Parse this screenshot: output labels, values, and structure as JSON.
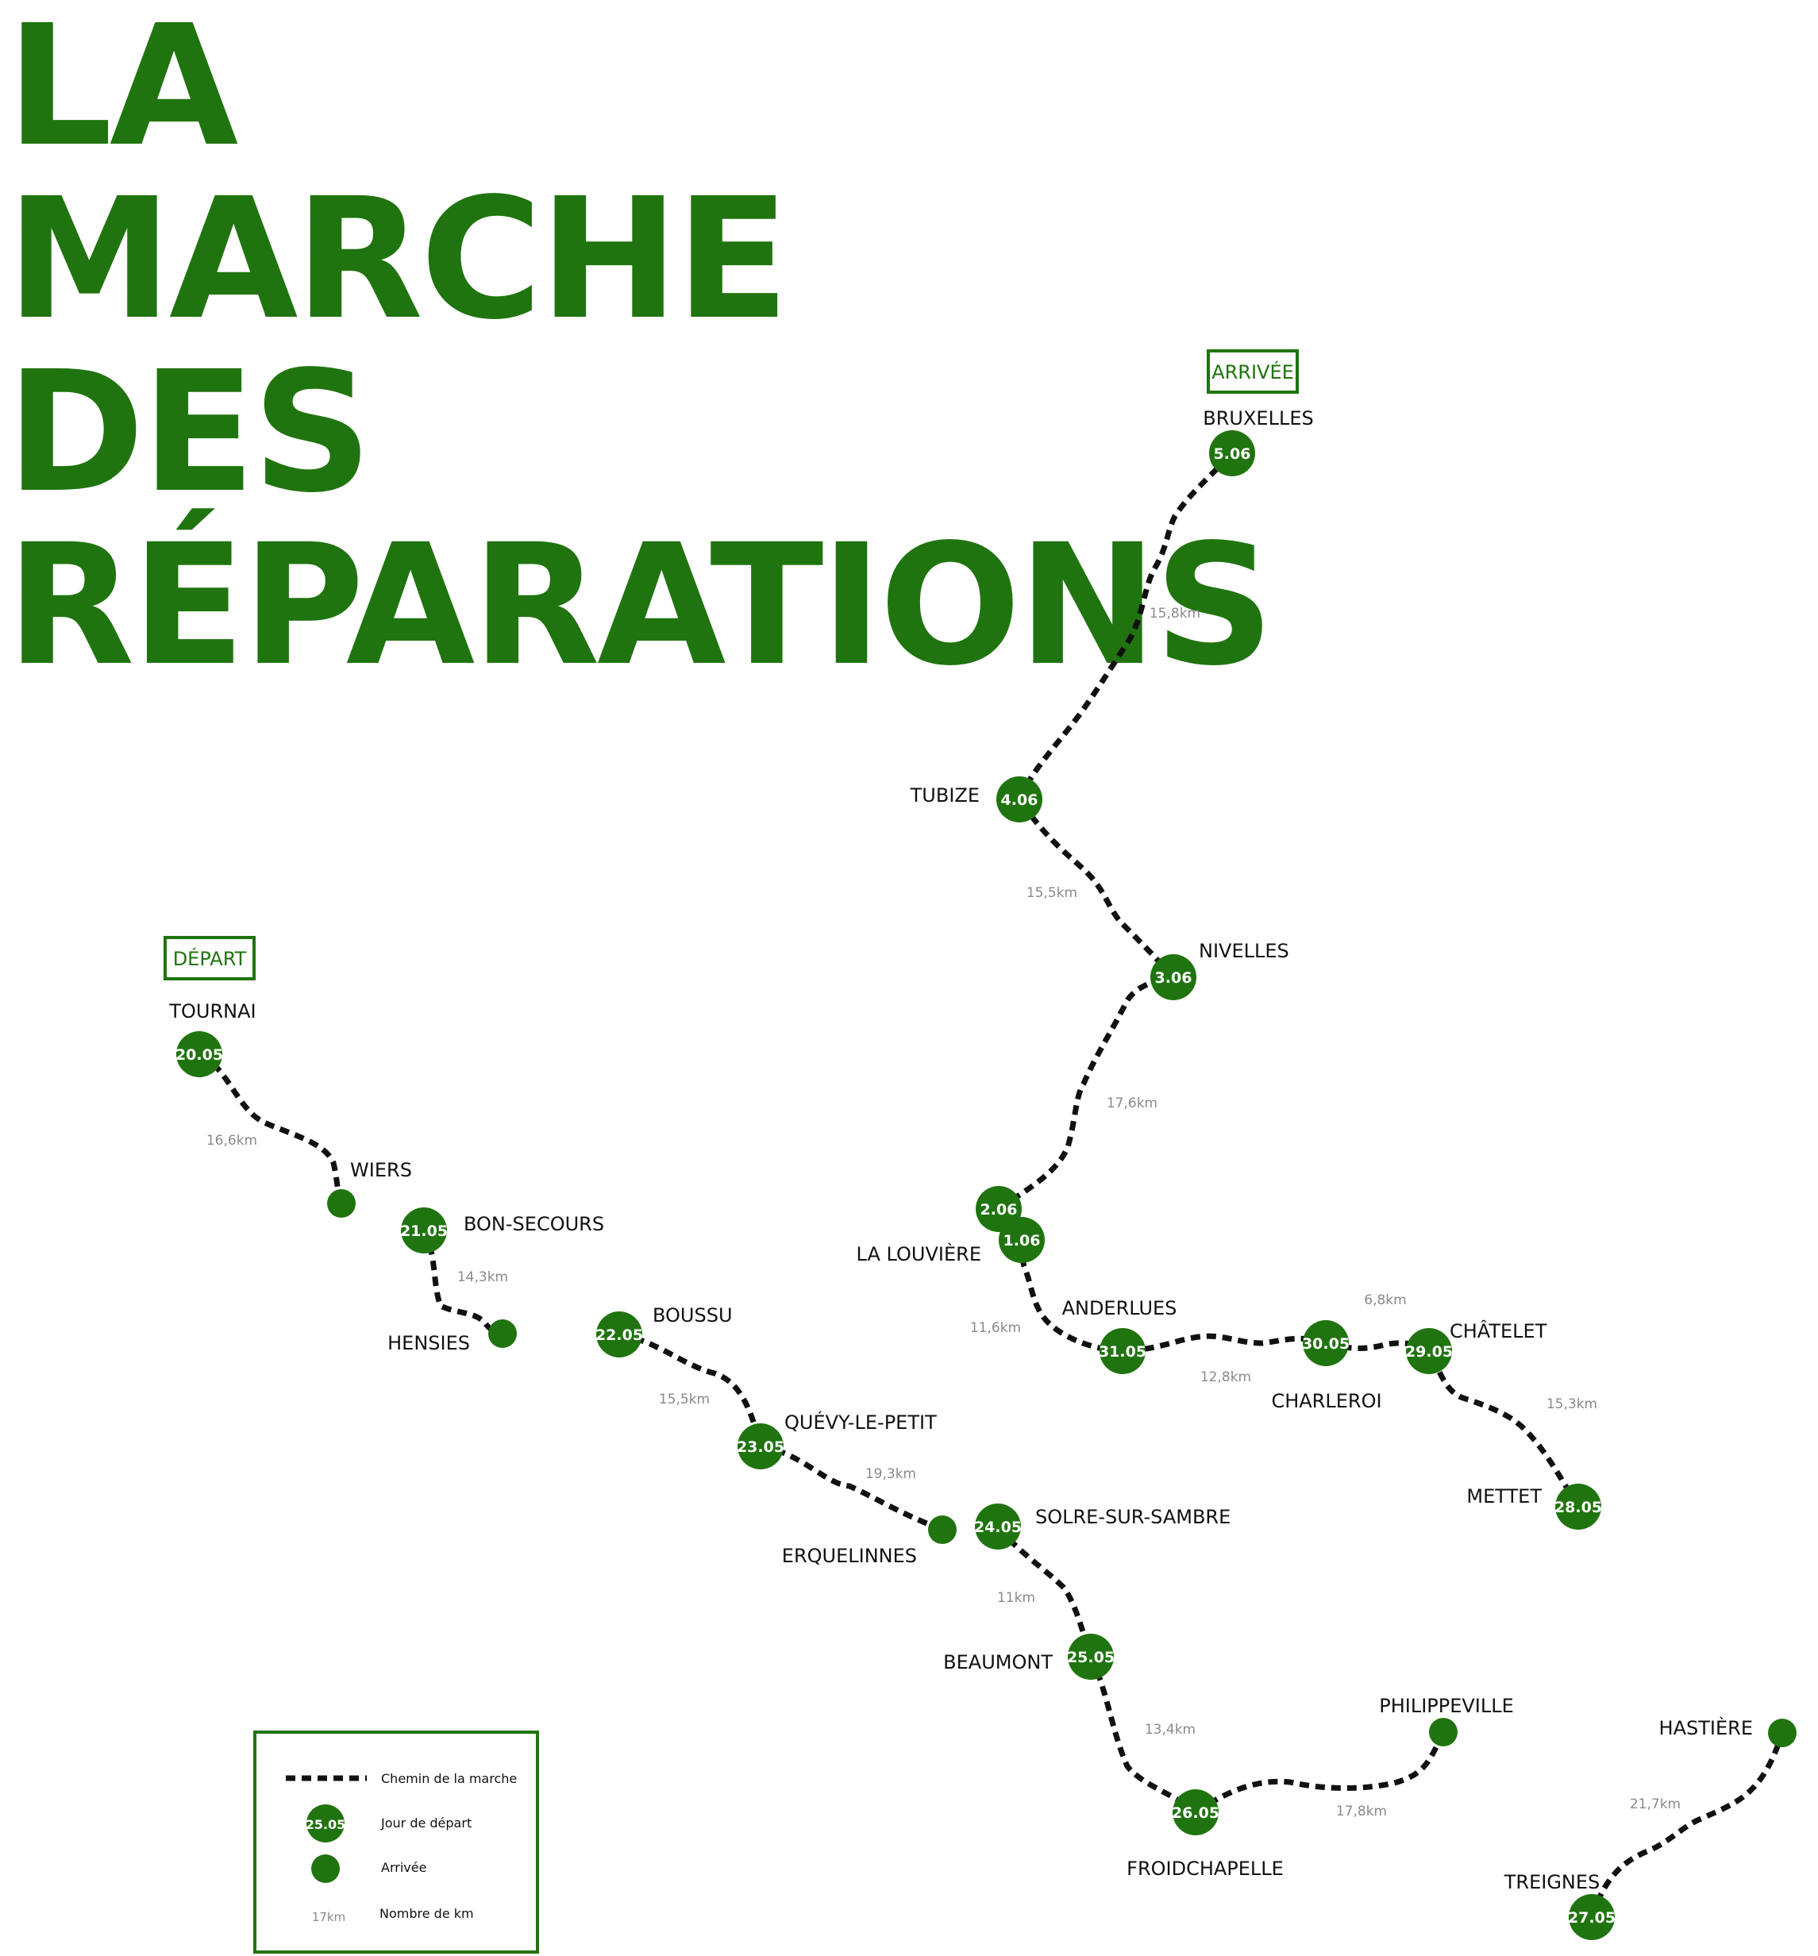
{
  "title": {
    "line1": "LA",
    "line2": "MARCHE",
    "line3": "DES",
    "line4": "RÉPARATIONS"
  },
  "colors": {
    "green": "#20740f",
    "path": "#111111",
    "km": "#8a8a8a",
    "white": "#ffffff"
  },
  "badges": {
    "start": "DÉPART",
    "end": "ARRIVÉE"
  },
  "stops": [
    {
      "id": "tournai",
      "label": "TOURNAI",
      "date": "20.05"
    },
    {
      "id": "wiers",
      "label": "WIERS",
      "date": ""
    },
    {
      "id": "bon-secours",
      "label": "BON-SECOURS",
      "date": "21.05"
    },
    {
      "id": "hensies",
      "label": "HENSIES",
      "date": ""
    },
    {
      "id": "boussu",
      "label": "BOUSSU",
      "date": "22.05"
    },
    {
      "id": "quevy-le-petit",
      "label": "QUÉVY-LE-PETIT",
      "date": "23.05"
    },
    {
      "id": "erquelinnes",
      "label": "ERQUELINNES",
      "date": ""
    },
    {
      "id": "solre-sur-sambre",
      "label": "SOLRE-SUR-SAMBRE",
      "date": "24.05"
    },
    {
      "id": "beaumont",
      "label": "BEAUMONT",
      "date": "25.05"
    },
    {
      "id": "froidchapelle",
      "label": "FROIDCHAPELLE",
      "date": "26.05"
    },
    {
      "id": "philippeville",
      "label": "PHILIPPEVILLE",
      "date": ""
    },
    {
      "id": "treignes",
      "label": "TREIGNES",
      "date": "27.05"
    },
    {
      "id": "hastiere",
      "label": "HASTIÈRE",
      "date": ""
    },
    {
      "id": "mettet",
      "label": "METTET",
      "date": "28.05"
    },
    {
      "id": "chatelet",
      "label": "CHÂTELET",
      "date": "29.05"
    },
    {
      "id": "charleroi",
      "label": "CHARLEROI",
      "date": "30.05"
    },
    {
      "id": "anderlues",
      "label": "ANDERLUES",
      "date": "31.05"
    },
    {
      "id": "la-louviere-1",
      "label": "LA LOUVIÈRE",
      "date": "1.06"
    },
    {
      "id": "la-louviere-2",
      "label": "",
      "date": "2.06"
    },
    {
      "id": "nivelles",
      "label": "NIVELLES",
      "date": "3.06"
    },
    {
      "id": "tubize",
      "label": "TUBIZE",
      "date": "4.06"
    },
    {
      "id": "bruxelles",
      "label": "BRUXELLES",
      "date": "5.06"
    }
  ],
  "legs": [
    {
      "from": "Tournai",
      "to": "Wiers",
      "km": "16,6km"
    },
    {
      "from": "Bon-Secours",
      "to": "Hensies",
      "km": "14,3km"
    },
    {
      "from": "Boussu",
      "to": "Quévy-le-Petit",
      "km": "15,5km"
    },
    {
      "from": "Quévy-le-Petit",
      "to": "Erquelinnes",
      "km": "19,3km"
    },
    {
      "from": "Solre-sur-Sambre",
      "to": "Beaumont",
      "km": "11km"
    },
    {
      "from": "Beaumont",
      "to": "Froidchapelle",
      "km": "13,4km"
    },
    {
      "from": "Froidchapelle",
      "to": "Philippeville",
      "km": "17,8km"
    },
    {
      "from": "Treignes",
      "to": "Hastière",
      "km": "21,7km"
    },
    {
      "from": "Mettet",
      "to": "Châtelet",
      "km": "15,3km"
    },
    {
      "from": "Châtelet",
      "to": "Charleroi",
      "km": "6,8km"
    },
    {
      "from": "Charleroi",
      "to": "Anderlues",
      "km": "12,8km"
    },
    {
      "from": "Anderlues",
      "to": "La Louvière",
      "km": "11,6km"
    },
    {
      "from": "La Louvière",
      "to": "Nivelles",
      "km": "17,6km"
    },
    {
      "from": "Nivelles",
      "to": "Tubize",
      "km": "15,5km"
    },
    {
      "from": "Tubize",
      "to": "Bruxelles",
      "km": "15,8km"
    }
  ],
  "legend": {
    "path": "Chemin de la marche",
    "departure": "Jour de départ",
    "departure_sample": "25.05",
    "arrival": "Arrivée",
    "km": "Nombre de km",
    "km_sample": "17km"
  }
}
